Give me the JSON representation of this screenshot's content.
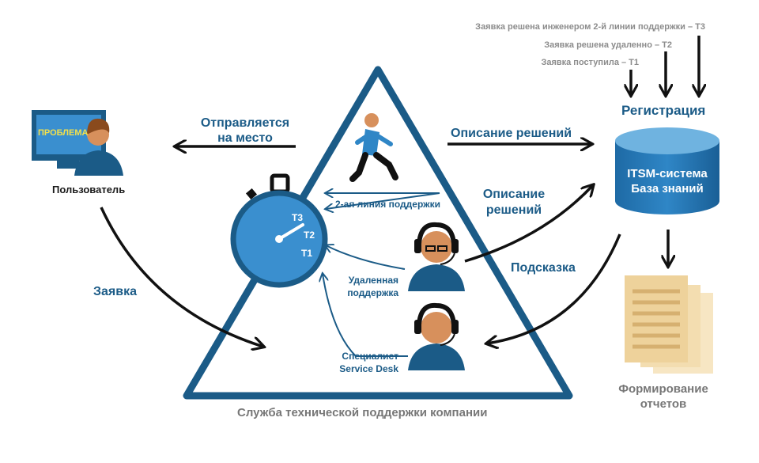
{
  "user": {
    "screen_text": "ПРОБЛЕМА",
    "label": "Пользователь"
  },
  "left": {
    "goes_onsite": "Отправляется\nна место",
    "request": "Заявка"
  },
  "triangle": {
    "title": "Служба технической поддержки компании",
    "second_line": "2-ая линия поддержки",
    "remote": "Удаленная\nподдержка",
    "service_desk": "Специалист\nService Desk"
  },
  "stopwatch": {
    "t3": "Т3",
    "t2": "Т2",
    "t1": "Т1"
  },
  "right": {
    "timestamps": [
      "Заявка решена инженером 2-й линии поддержки – Т3",
      "Заявка решена удаленно – Т2",
      "Заявка поступила – Т1"
    ],
    "registration": "Регистрация",
    "solution_desc_top": "Описание решений",
    "solution_desc_mid": "Описание\nрешений",
    "hint": "Подсказка",
    "db_label": "ITSM-система\nБаза знаний",
    "reports": "Формирование\nотчетов"
  },
  "colors": {
    "accent": "#1b5b87",
    "light_blue": "#3a8fcf",
    "paper": "#f3ddb0",
    "skin": "#d7905c"
  }
}
